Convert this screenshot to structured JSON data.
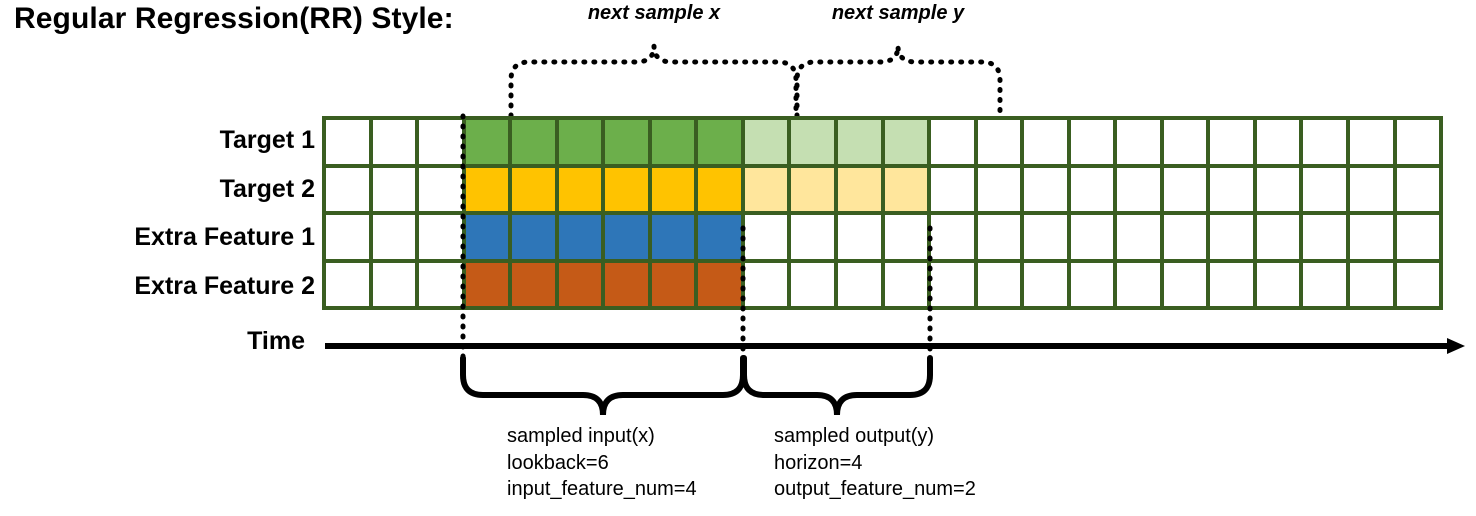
{
  "title": "Regular Regression(RR) Style:",
  "rows": [
    {
      "label": "Target 1",
      "name": "target-1"
    },
    {
      "label": "Target 2",
      "name": "target-2"
    },
    {
      "label": "Extra Feature 1",
      "name": "extra-feature-1"
    },
    {
      "label": "Extra Feature 2",
      "name": "extra-feature-2"
    }
  ],
  "time_axis": {
    "label": "Time",
    "icon": "arrow-right-icon"
  },
  "grid": {
    "columns": 24,
    "leading_blank_columns": 3,
    "input_columns": 6,
    "output_columns": 4,
    "trailing_blank_columns": 11,
    "border_color": "#3A5E21",
    "empty_color": "#FFFFFF",
    "row_fills": [
      {
        "input": "#6CAF4B",
        "output": "#C5DFB2"
      },
      {
        "input": "#FFC300",
        "output": "#FFE69C"
      },
      {
        "input": "#2E76B8",
        "output": "#FFFFFF"
      },
      {
        "input": "#C55A17",
        "output": "#FFFFFF"
      }
    ]
  },
  "top_braces": [
    {
      "label": "next sample x",
      "name": "next-sample-x"
    },
    {
      "label": "next sample y",
      "name": "next-sample-y"
    }
  ],
  "bottom_braces": [
    {
      "name": "sampled-input",
      "lines": [
        "sampled input(x)",
        "lookback=6",
        "input_feature_num=4"
      ]
    },
    {
      "name": "sampled-output",
      "lines": [
        "sampled output(y)",
        "horizon=4",
        "output_feature_num=2"
      ]
    }
  ]
}
